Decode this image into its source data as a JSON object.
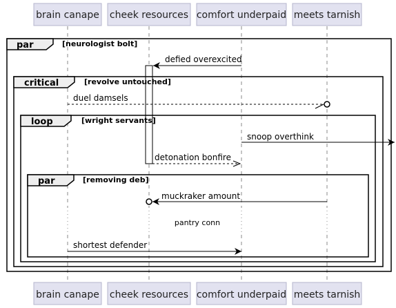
{
  "participants": [
    {
      "label": "brain canape"
    },
    {
      "label": "cheek resources"
    },
    {
      "label": "comfort underpaid"
    },
    {
      "label": "meets tarnish"
    }
  ],
  "fragments": {
    "par_outer": {
      "keyword": "par",
      "guard": "[neurologist bolt]"
    },
    "critical": {
      "keyword": "critical",
      "guard": "[revolve untouched]"
    },
    "loop": {
      "keyword": "loop",
      "guard": "[wright servants]"
    },
    "par_inner": {
      "keyword": "par",
      "guard": "[removing deb]"
    }
  },
  "messages": {
    "m1": "defied overexcited",
    "m2": "duel damsels",
    "m3": "snoop overthink",
    "m4": "detonation bonfire",
    "m5": "muckraker amount",
    "m6": "shortest defender"
  },
  "delay_text": "pantry conn"
}
